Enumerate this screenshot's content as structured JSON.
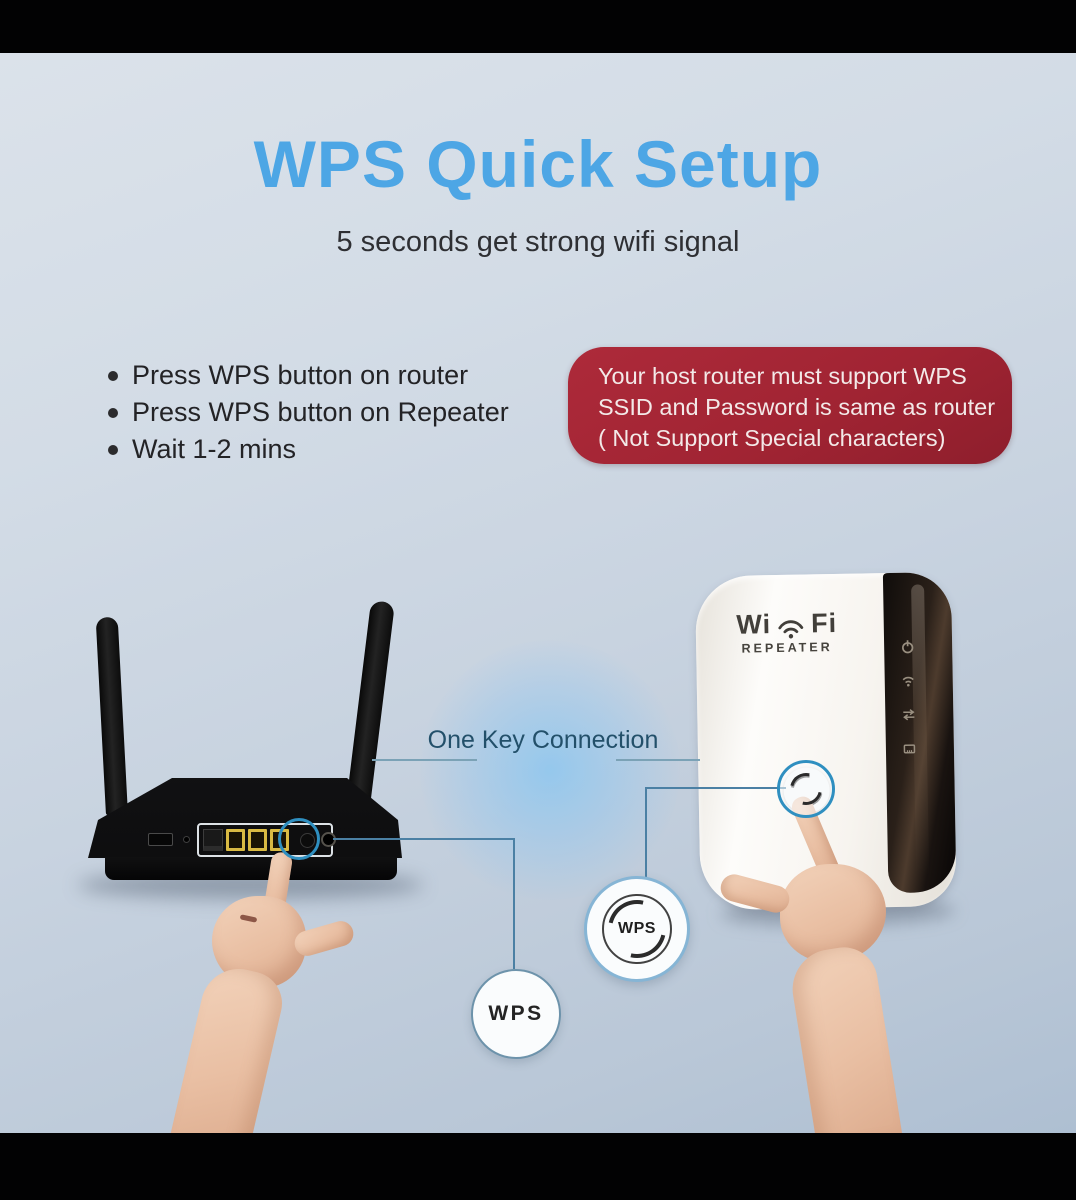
{
  "page": {
    "title": "WPS Quick Setup",
    "subtitle": "5 seconds get strong wifi signal"
  },
  "steps": [
    {
      "label": "Press WPS button on router"
    },
    {
      "label": "Press WPS button on Repeater"
    },
    {
      "label": "Wait 1-2 mins"
    }
  ],
  "notice": {
    "lines": [
      "Your host router must support WPS",
      "SSID and Password is same as router",
      "( Not Support Special characters)"
    ]
  },
  "diagram": {
    "connection_label": "One Key Connection",
    "wps_badge_middle": "WPS",
    "wps_badge_lower": "WPS"
  },
  "repeater_logo": {
    "wi": "Wi",
    "fi": "Fi",
    "sub": "REPEATER"
  },
  "icons": {
    "repeater_logo_center": "wifi-signal-icon",
    "repeater_leds": [
      "power-icon",
      "wifi-icon",
      "repeat-arrows-icon",
      "ethernet-icon"
    ],
    "wps_buttons": "wps-sync-arcs-icon"
  },
  "colors": {
    "title_blue": "#4da6e5",
    "notice_red": "#a12433",
    "notice_text": "#f3e9e8",
    "background_top": "#dbe2ea",
    "background_bottom": "#aebfd2",
    "connector_blue": "#4b80a4",
    "highlight_ring_blue": "#2f8fc0",
    "letterbox_black": "#020203",
    "lan_port_yellow": "#d9ba43"
  }
}
